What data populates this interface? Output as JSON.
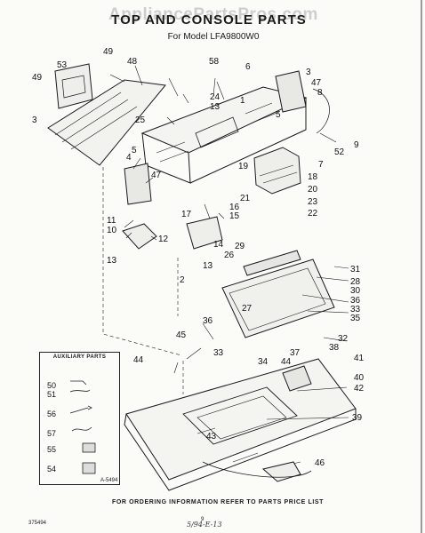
{
  "header": {
    "watermark": "AppliancePartsPros.com",
    "title": "TOP AND CONSOLE PARTS",
    "subtitle": "For Model LFA9800W0"
  },
  "auxiliary_box": {
    "title": "AUXILIARY PARTS",
    "items": [
      "50",
      "51",
      "56",
      "57",
      "55",
      "54"
    ]
  },
  "callouts": {
    "c49a": "49",
    "c53": "53",
    "c48": "48",
    "c49b": "49",
    "c3l": "3",
    "c58": "58",
    "c6": "6",
    "c3r": "3",
    "c47r": "47",
    "c8": "8",
    "c24": "24",
    "c13a": "13",
    "c5r": "5",
    "c25": "25",
    "c1": "1",
    "c9": "9",
    "c52": "52",
    "c7": "7",
    "c4": "4",
    "c5l": "5",
    "c47l": "47",
    "c19": "19",
    "c18": "18",
    "c20": "20",
    "c21": "21",
    "c23": "23",
    "c22": "22",
    "c16": "16",
    "c17": "17",
    "c15": "15",
    "c11": "11",
    "c10": "10",
    "c12": "12",
    "c14": "14",
    "c26": "26",
    "c29": "29",
    "c13b": "13",
    "c13c": "13",
    "c2": "2",
    "c31": "31",
    "c28": "28",
    "c30": "30",
    "c36r": "36",
    "c33r": "33",
    "c35": "35",
    "c27": "27",
    "c36l": "36",
    "c45": "45",
    "c32": "32",
    "c38": "38",
    "c37": "37",
    "c44a": "44",
    "c33l": "33",
    "c34": "34",
    "c44b": "44",
    "c41": "41",
    "c40": "40",
    "c42": "42",
    "c39": "39",
    "c43": "43",
    "c46": "46"
  },
  "footer": {
    "note": "FOR ORDERING INFORMATION REFER TO PARTS PRICE LIST",
    "drawing_id": "A-5494",
    "code": "375494",
    "page_number": "9",
    "handwritten": "5/94-E-13"
  }
}
